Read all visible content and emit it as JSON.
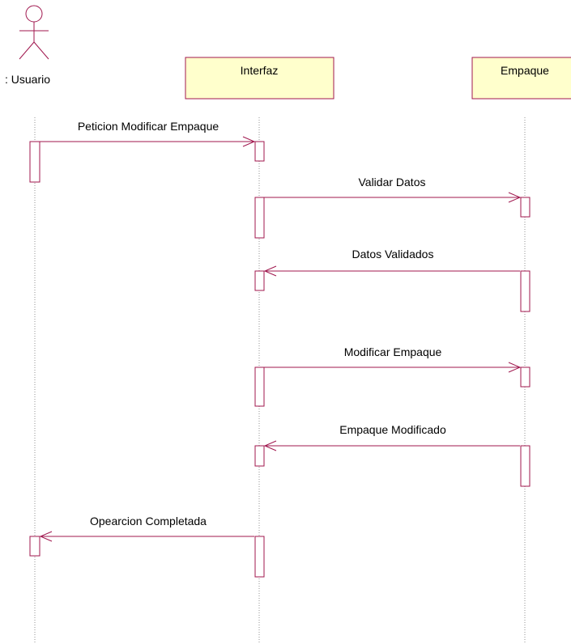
{
  "actor": {
    "label": ": Usuario"
  },
  "objects": [
    {
      "id": "interfaz",
      "label": "Interfaz"
    },
    {
      "id": "empaque",
      "label": "Empaque"
    }
  ],
  "messages": [
    {
      "from": "usuario",
      "to": "interfaz",
      "label": "Peticion  Modificar Empaque"
    },
    {
      "from": "interfaz",
      "to": "empaque",
      "label": "Validar Datos"
    },
    {
      "from": "empaque",
      "to": "interfaz",
      "label": "Datos Validados"
    },
    {
      "from": "interfaz",
      "to": "empaque",
      "label": "Modificar Empaque"
    },
    {
      "from": "empaque",
      "to": "interfaz",
      "label": "Empaque Modificado"
    },
    {
      "from": "interfaz",
      "to": "usuario",
      "label": "Opearcion Completada"
    }
  ],
  "colors": {
    "line": "#a0174e",
    "object_fill": "#ffffcc",
    "lifeline": "#909090"
  }
}
